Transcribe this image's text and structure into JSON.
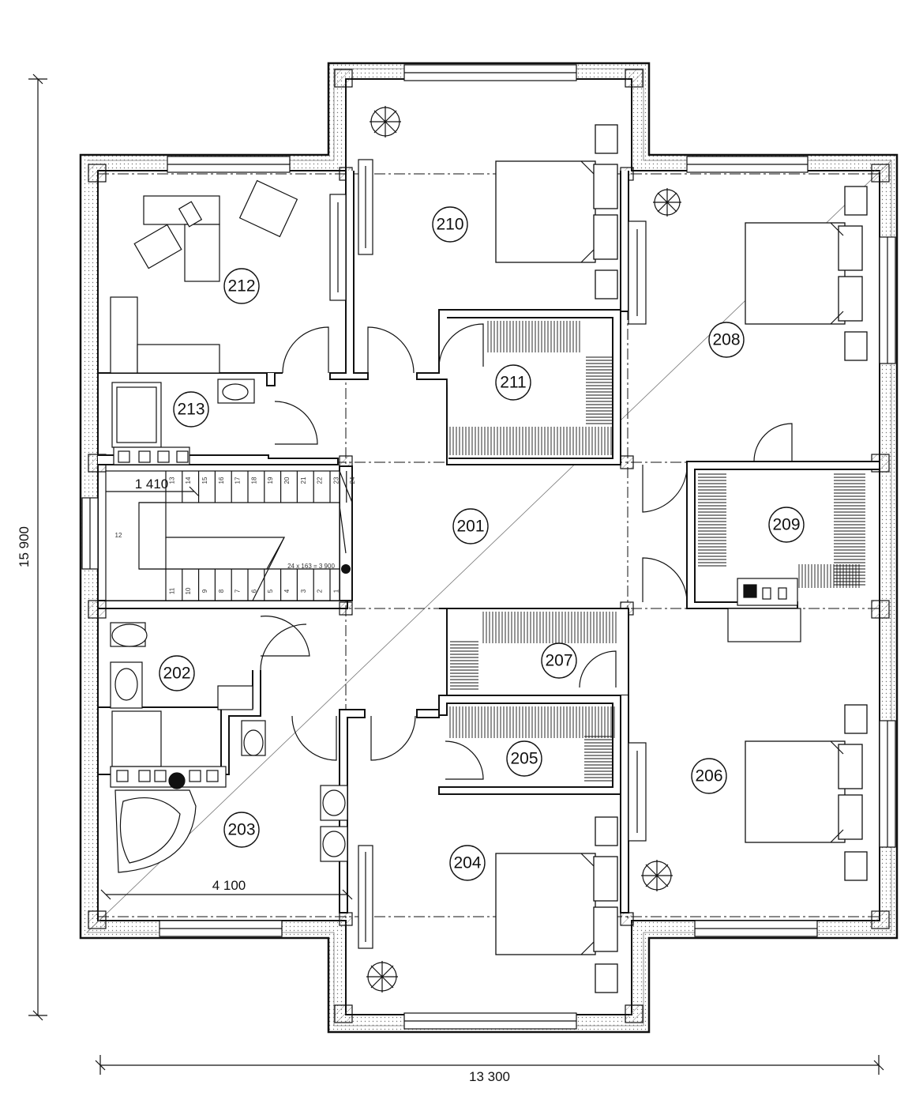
{
  "rooms": [
    {
      "id": "201"
    },
    {
      "id": "202"
    },
    {
      "id": "203"
    },
    {
      "id": "204"
    },
    {
      "id": "205"
    },
    {
      "id": "206"
    },
    {
      "id": "207"
    },
    {
      "id": "208"
    },
    {
      "id": "209"
    },
    {
      "id": "210"
    },
    {
      "id": "211"
    },
    {
      "id": "212"
    },
    {
      "id": "213"
    }
  ],
  "dimensions": {
    "overall_width": "13 300",
    "overall_height": "15 900",
    "bath_width": "4 100",
    "stair_width": "1 410",
    "stair_formula": "24 x 163 = 3 900"
  },
  "stair_steps_top": [
    "13",
    "14",
    "15",
    "16",
    "17",
    "18",
    "19",
    "20",
    "21",
    "22",
    "23",
    "24"
  ],
  "stair_steps_bottom": [
    "11",
    "10",
    "9",
    "8",
    "7",
    "6",
    "5",
    "4",
    "3",
    "2",
    "1"
  ],
  "stair_landing": "12"
}
